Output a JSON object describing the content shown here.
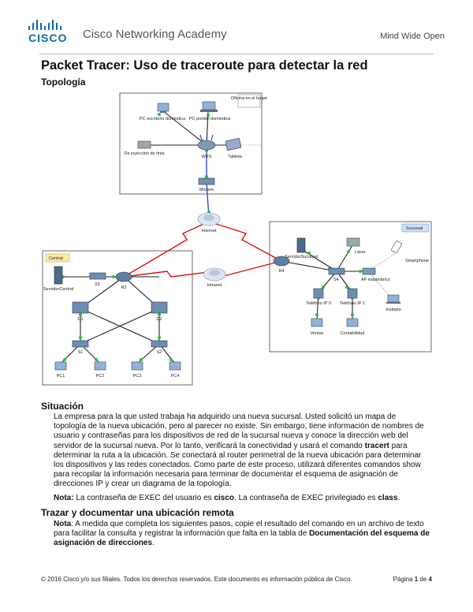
{
  "header": {
    "brand": "CISCO",
    "academy": "Cisco Networking Academy",
    "tagline": "Mind Wide Open"
  },
  "title": "Packet Tracer: Uso de traceroute para detectar la red",
  "topologia": {
    "heading": "Topología",
    "areas": {
      "hogar": "Oficina en el hogar",
      "central": "Central",
      "sucursal": "Sucursal"
    },
    "nodes": {
      "pc_escritorio": "PC escritorio doméstica",
      "pc_portatil": "PC portátil doméstica",
      "inyeccion": "De inyección de tinta",
      "wrs": "WRS",
      "tableta": "Tableta",
      "modem": "Módem",
      "internet": "Internet",
      "intranet": "Intranet",
      "servidor_central": "ServidorCentral",
      "s3": "S3",
      "r2": "R2",
      "d1": "D1",
      "d2": "D2",
      "s1": "S1",
      "s2": "S2",
      "pc1": "PC1",
      "pc2": "PC2",
      "pc3": "PC3",
      "pc4": "PC4",
      "servidor_sucursal": "ServidorSucursal",
      "laser": "Láser",
      "smartphone": "Smartphone",
      "r4": "R4",
      "s4": "S4",
      "ap": "AP inalámbrico",
      "tel0": "Teléfono IP 0",
      "tel1": "Teléfono IP 1",
      "invitado": "Invitado",
      "ventas": "Ventas",
      "contabilidad": "Contabilidad"
    }
  },
  "situacion": {
    "heading": "Situación",
    "paragraph": {
      "p1": "La empresa para la que usted trabaja ha adquirido una nueva sucursal. Usted solicitó un mapa de topología de la nueva ubicación, pero al parecer no existe. Sin embargo, tiene información de nombres de usuario y contraseñas para los dispositivos de red de la sucursal nueva y conoce la dirección web del servidor de la sucursal nueva. Por lo tanto, verificará la conectividad y usará el comando ",
      "bold": "tracert",
      "p2": " para determinar la ruta a la ubicación. Se conectará al router perimetral de la nueva ubicación para determinar los dispositivos y las redes conectados. Como parte de este proceso, utilizará diferentes comandos show para recopilar la información necesaria para terminar de documentar el esquema de asignación de direcciones IP y crear un diagrama de la topología."
    },
    "nota": {
      "label": "Nota:",
      "t1": " La contraseña de EXEC del usuario es ",
      "b1": "cisco",
      "t2": ". La contraseña de EXEC privilegiado es ",
      "b2": "class",
      "t3": "."
    }
  },
  "trazar": {
    "heading": "Trazar y documentar una ubicación remota",
    "nota": {
      "label": "Nota",
      "t1": ": A medida que completa los siguientes pasos, copie el resultado del comando en un archivo de texto para facilitar la consulta y registrar la información que falta en la tabla de ",
      "b1": "Documentación del esquema de asignación de direcciones",
      "t2": "."
    }
  },
  "footer": {
    "copyright": "© 2016 Cisco y/o sus filiales. Todos los derechos reservados. Este documento es información pública de Cisco.",
    "page_prefix": "Página ",
    "page_num": "1",
    "page_mid": " de ",
    "page_total": "4"
  }
}
